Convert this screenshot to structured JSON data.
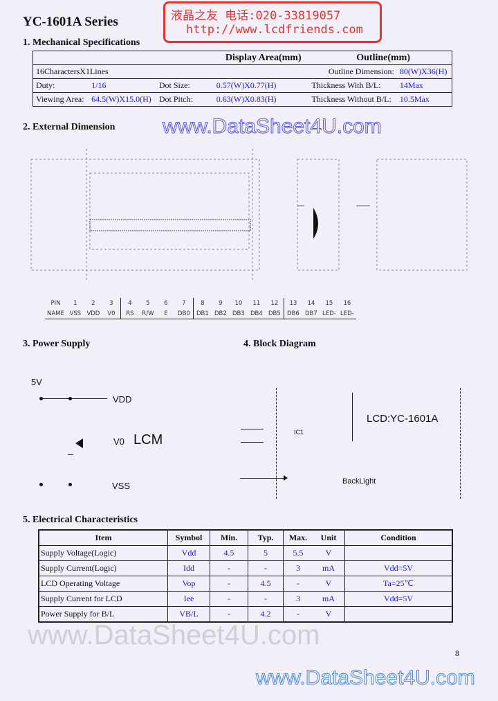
{
  "title": "YC-1601A Series",
  "sections": {
    "mech": "1. Mechanical Specifications",
    "ext": "2. External Dimension",
    "power": "3. Power Supply",
    "block": "4.   Block Diagram",
    "elec": "5. Electrical Characteristics"
  },
  "spec": {
    "hdr_display": "Display Area(mm)",
    "hdr_outline": "Outline(mm)",
    "rows": [
      [
        {
          "label": "16CharactersX1Lines",
          "value": ""
        },
        {
          "label": "",
          "value": ""
        },
        {
          "label": "Outline Dimension:",
          "value": "80(W)X36(H)"
        }
      ],
      [
        {
          "label": "Duty:",
          "value": "1/16"
        },
        {
          "label": "Dot Size:",
          "value": "0.57(W)X0.77(H)"
        },
        {
          "label": "Thickness With B/L:",
          "value": "14Max"
        }
      ],
      [
        {
          "label": "Viewing Area:",
          "value": "64.5(W)X15.0(H)"
        },
        {
          "label": "Dot Pitch:",
          "value": "0.63(W)X0.83(H)"
        },
        {
          "label": "Thickness Without B/L:",
          "value": "10.5Max"
        }
      ]
    ]
  },
  "stamp": {
    "line1": "液晶之友 电话:020-33819057",
    "line2": "http://www.lcdfriends.com"
  },
  "pins": {
    "numbers": [
      "PIN",
      "1",
      "2",
      "3",
      "4",
      "5",
      "6",
      "7",
      "8",
      "9",
      "10",
      "11",
      "12",
      "13",
      "14",
      "15",
      "16"
    ],
    "names": [
      "NAME",
      "VSS",
      "VDD",
      "V0",
      "RS",
      "R/W",
      "E",
      "DB0",
      "DB1",
      "DB2",
      "DB3",
      "DB4",
      "DB5",
      "DB6",
      "DB7",
      "LED-",
      "LED-"
    ]
  },
  "power": {
    "v5": "5V",
    "vdd": "VDD",
    "v0": "V0",
    "lcm": "LCM",
    "vss": "VSS"
  },
  "block": {
    "lcd": "LCD:YC-1601A",
    "ic1": "IC1",
    "backlight": "BackLight"
  },
  "elec": {
    "headers": [
      "Item",
      "Symbol",
      "Min.",
      "Typ.",
      "Max.",
      "Unit",
      "Condition"
    ],
    "rows": [
      [
        "Supply Voltage(Logic)",
        "Vdd",
        "4.5",
        "5",
        "5.5",
        "V",
        ""
      ],
      [
        "Supply Current(Logic)",
        "Idd",
        "-",
        "-",
        "3",
        "mA",
        "Vdd=5V"
      ],
      [
        "LCD Operating Voltage",
        "Vop",
        "-",
        "4.5",
        "-",
        "V",
        "Ta=25℃"
      ],
      [
        "Supply Current for LCD",
        "Iee",
        "-",
        "-",
        "3",
        "mA",
        "Vdd=5V"
      ],
      [
        "Power Supply for B/L",
        "VB/L",
        "-",
        "4.2",
        "-",
        "V",
        ""
      ]
    ]
  },
  "page_number": "8",
  "watermark": "www.DataSheet4U.com",
  "colors": {
    "value_text": "#1a1ad0",
    "stamp": "#e8342c",
    "background": "#f2eff8"
  }
}
